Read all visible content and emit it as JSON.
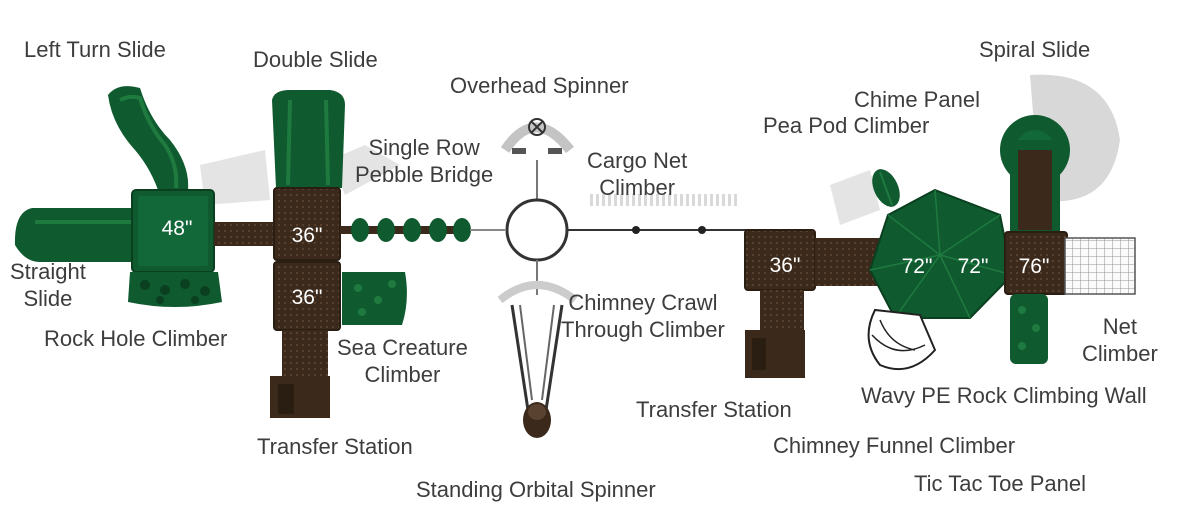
{
  "colors": {
    "green": "#0f5a2e",
    "green_light": "#1f7a40",
    "brown": "#3b2a1c",
    "brown_light": "#5a4230",
    "grey": "#c9c9c9",
    "label": "#3d3d3d"
  },
  "labels": {
    "left_turn_slide": "Left Turn Slide",
    "double_slide": "Double Slide",
    "overhead_spinner": "Overhead Spinner",
    "spiral_slide": "Spiral Slide",
    "chime_panel": "Chime Panel",
    "pea_pod_climber": "Pea Pod Climber",
    "single_row_1": "Single Row",
    "single_row_2": "Pebble Bridge",
    "cargo_net_1": "Cargo Net",
    "cargo_net_2": "Climber",
    "straight_slide_1": "Straight",
    "straight_slide_2": "Slide",
    "rock_hole_climber": "Rock Hole Climber",
    "sea_creature_1": "Sea Creature",
    "sea_creature_2": "Climber",
    "chimney_crawl_1": "Chimney Crawl",
    "chimney_crawl_2": "Through Climber",
    "net_climber_1": "Net",
    "net_climber_2": "Climber",
    "transfer_station_mid": "Transfer Station",
    "wavy_pe": "Wavy PE Rock Climbing Wall",
    "transfer_station_left": "Transfer Station",
    "chimney_funnel": "Chimney Funnel Climber",
    "standing_orbital": "Standing Orbital Spinner",
    "tic_tac_toe": "Tic Tac Toe Panel"
  },
  "decks": {
    "d48": "48\"",
    "d36a": "36\"",
    "d36b": "36\"",
    "d36c": "36\"",
    "d72a": "72\"",
    "d72b": "72\"",
    "d76": "76\""
  }
}
